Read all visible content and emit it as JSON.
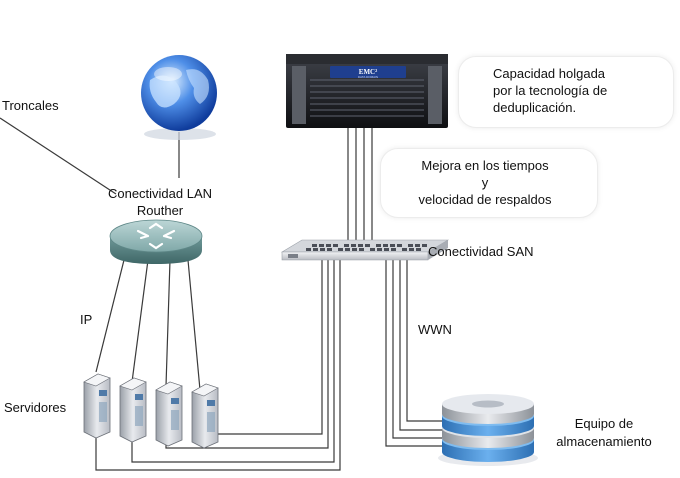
{
  "labels": {
    "troncales": "Troncales",
    "lan_line1": "Conectividad LAN",
    "lan_line2": "Routher",
    "ip": "IP",
    "servidores": "Servidores",
    "san": "Conectividad SAN",
    "wwn": "WWN",
    "storage_line1": "Equipo de",
    "storage_line2": "almacenamiento"
  },
  "notes": {
    "capacity": "Capacidad holgada\npor la tecnología de\ndeduplicación.",
    "speed": "Mejora en los tiempos\ny\nvelocidad de respaldos"
  },
  "device_text": {
    "emc_logo": "EMC²",
    "emc_subtitle": "DATA DOMAIN"
  },
  "colors": {
    "line": "#3a3a3a",
    "router": "#7fa8a8",
    "globe": "#2f6fd6",
    "storage_disk": "#4a8fd0"
  },
  "icons": [
    "globe-icon",
    "router-icon",
    "server-icon",
    "san-switch-icon",
    "storage-icon",
    "emc-appliance-icon"
  ]
}
